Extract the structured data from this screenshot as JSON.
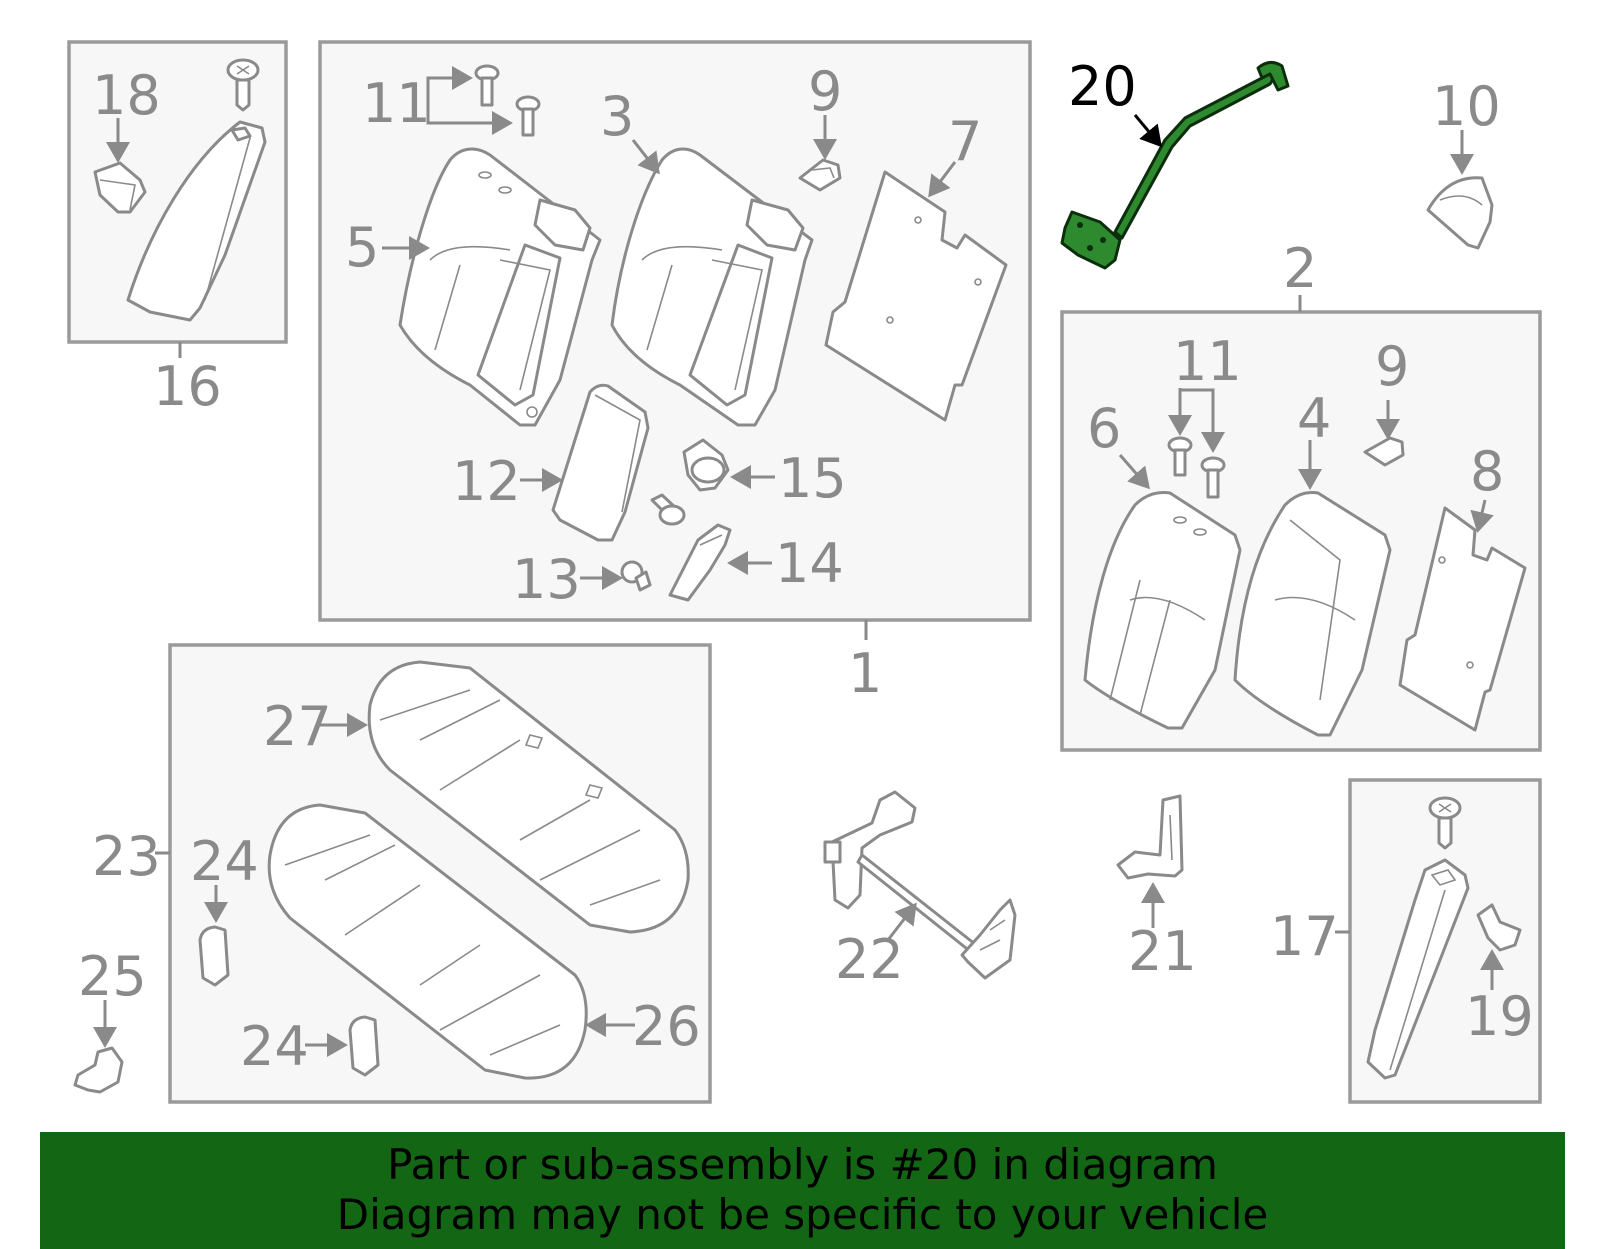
{
  "highlighted_part": "20",
  "callouts": {
    "c1": "1",
    "c2": "2",
    "c3": "3",
    "c4": "4",
    "c5": "5",
    "c6": "6",
    "c7": "7",
    "c8": "8",
    "c9a": "9",
    "c9b": "9",
    "c10": "10",
    "c11a": "11",
    "c11b": "11",
    "c12": "12",
    "c13": "13",
    "c14": "14",
    "c15": "15",
    "c16": "16",
    "c17": "17",
    "c18": "18",
    "c19": "19",
    "c20": "20",
    "c21": "21",
    "c22": "22",
    "c23": "23",
    "c24a": "24",
    "c24b": "24",
    "c25": "25",
    "c26": "26",
    "c27": "27"
  },
  "banner": {
    "line1": "Part or sub-assembly is #20 in diagram",
    "line2": "Diagram may not be specific to your vehicle"
  },
  "colors": {
    "highlight": "#2e8a2e",
    "banner_bg": "#136613",
    "line_gray": "#8a8a8a"
  }
}
